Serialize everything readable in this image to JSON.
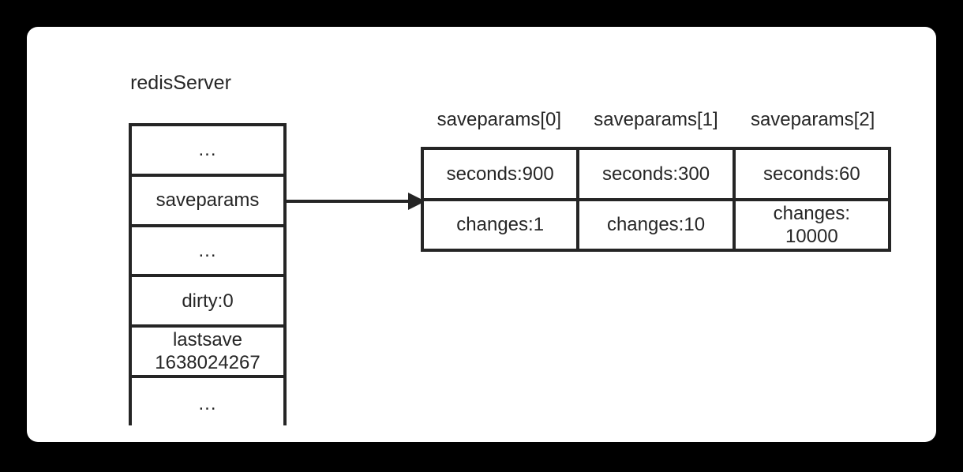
{
  "canvas": {
    "background_color": "#000000",
    "card_background": "#ffffff",
    "line_color": "#252525",
    "text_color": "#262626"
  },
  "struct": {
    "title": "redisServer",
    "fields": [
      {
        "label": "...",
        "kind": "ellipsis"
      },
      {
        "label": "saveparams",
        "kind": "pointer"
      },
      {
        "label": "...",
        "kind": "ellipsis"
      },
      {
        "label": "dirty:0",
        "kind": "value"
      },
      {
        "label": "lastsave\n1638024267",
        "kind": "value"
      },
      {
        "label": "...",
        "kind": "ellipsis"
      }
    ]
  },
  "pointer": {
    "from_field": "saveparams",
    "to_target": "saveparams-array",
    "style": "solid-arrow"
  },
  "array": {
    "headers": [
      "saveparams[0]",
      "saveparams[1]",
      "saveparams[2]"
    ],
    "rows": [
      {
        "cells": [
          "seconds:900",
          "seconds:300",
          "seconds:60"
        ]
      },
      {
        "cells": [
          "changes:1",
          "changes:10",
          "changes:\n10000"
        ]
      }
    ]
  }
}
